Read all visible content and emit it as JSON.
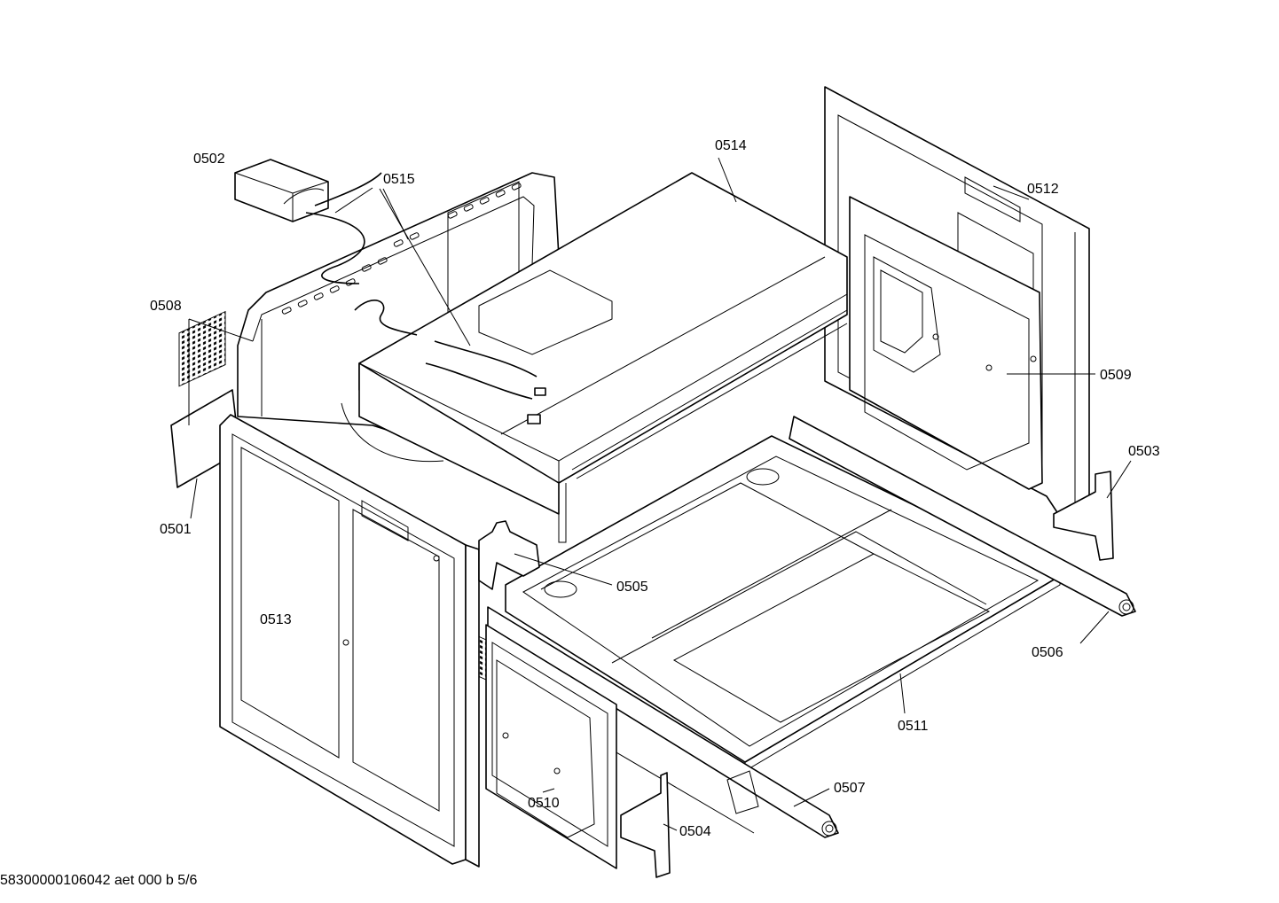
{
  "footer_text": "58300000106042 aet 000 b 5/6",
  "callouts": [
    {
      "id": "0502",
      "label": "0502"
    },
    {
      "id": "0515",
      "label": "0515"
    },
    {
      "id": "0514",
      "label": "0514"
    },
    {
      "id": "0512",
      "label": "0512"
    },
    {
      "id": "0508",
      "label": "0508"
    },
    {
      "id": "0509",
      "label": "0509"
    },
    {
      "id": "0503",
      "label": "0503"
    },
    {
      "id": "0501",
      "label": "0501"
    },
    {
      "id": "0505",
      "label": "0505"
    },
    {
      "id": "0513",
      "label": "0513"
    },
    {
      "id": "0506",
      "label": "0506"
    },
    {
      "id": "0511",
      "label": "0511"
    },
    {
      "id": "0507",
      "label": "0507"
    },
    {
      "id": "0510",
      "label": "0510"
    },
    {
      "id": "0504",
      "label": "0504"
    }
  ]
}
